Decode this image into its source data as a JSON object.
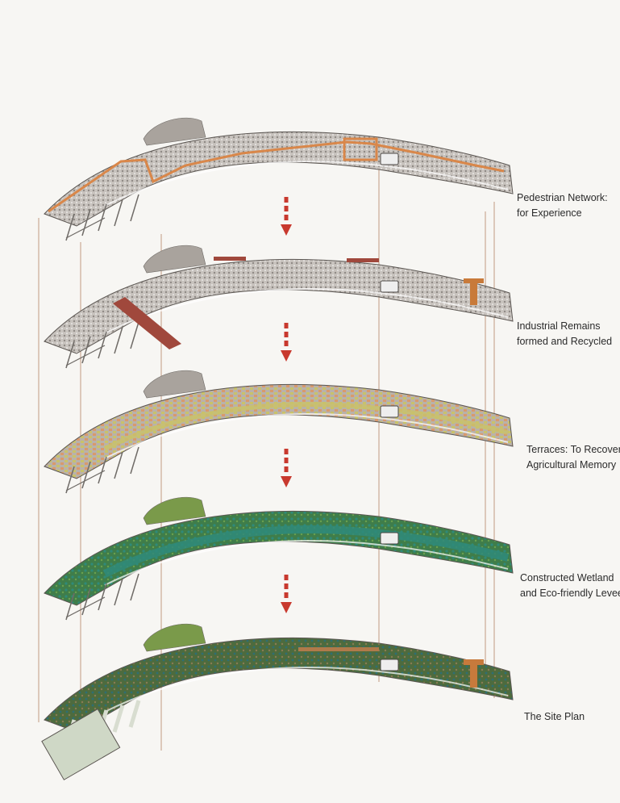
{
  "diagram": {
    "layers": [
      {
        "id": "pedestrian",
        "label_line1": "Pedestrian Network:",
        "label_line2": "for Experience",
        "accent": "#d9874a",
        "base": "#b9b3ad"
      },
      {
        "id": "industrial",
        "label_line1": "Industrial Remains",
        "label_line2": "formed and Recycled",
        "accent": "#a0483c",
        "base": "#b7b2ad"
      },
      {
        "id": "terraces",
        "label_line1": "Terraces: To Recover",
        "label_line2": "Agricultural Memory",
        "accent": "#c9c26a",
        "base": "#b3ada7"
      },
      {
        "id": "wetland",
        "label_line1": "Constructed Wetland",
        "label_line2": "and Eco-friendly Levee",
        "accent": "#2f8a7a",
        "base": "#3d7f4e"
      },
      {
        "id": "siteplan",
        "label_line1": "The Site Plan",
        "label_line2": "",
        "accent": "#c77a3c",
        "base": "#4d6b3e"
      }
    ],
    "arrow_color": "#c8392e",
    "guide_line_color": "#b07a5a"
  }
}
